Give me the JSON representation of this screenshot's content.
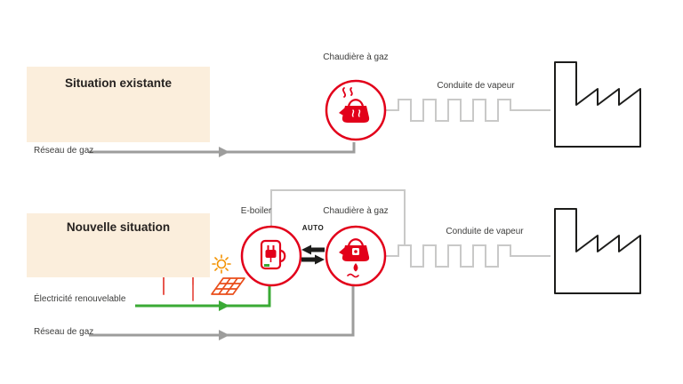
{
  "colors": {
    "accent_red": "#e2001a",
    "green": "#3aaa35",
    "gas_gray": "#9d9d9c",
    "steam_gray": "#c9c9c8",
    "beige_panel": "#fbeedc",
    "dark_text": "#3c3c3b",
    "sun_orange": "#f39200",
    "turbine_coral": "#e8584f",
    "panel_orange": "#e94e1b",
    "factory_outline": "#1d1d1b"
  },
  "icons": {
    "gas_boiler": "kettle-with-steam-icon",
    "gas_boiler_flame": "kettle-with-flame-icon",
    "electric_boiler": "electric-kettle-plug-icon",
    "wind": "wind-turbine-icon",
    "sun": "sun-icon",
    "solar": "solar-panel-icon",
    "factory": "factory-outline-icon"
  },
  "sections": {
    "existing": {
      "title": "Situation existante",
      "gas_network_label": "Réseau de gaz",
      "boiler_label": "Chaudière à gaz",
      "steam_label": "Conduite de vapeur"
    },
    "new": {
      "title": "Nouvelle situation",
      "renewable_label": "Électricité renouvelable",
      "gas_network_label": "Réseau de gaz",
      "eboiler_label": "E-boiler",
      "boiler_label": "Chaudière à gaz",
      "steam_label": "Conduite de vapeur",
      "auto_label": "AUTO"
    }
  }
}
